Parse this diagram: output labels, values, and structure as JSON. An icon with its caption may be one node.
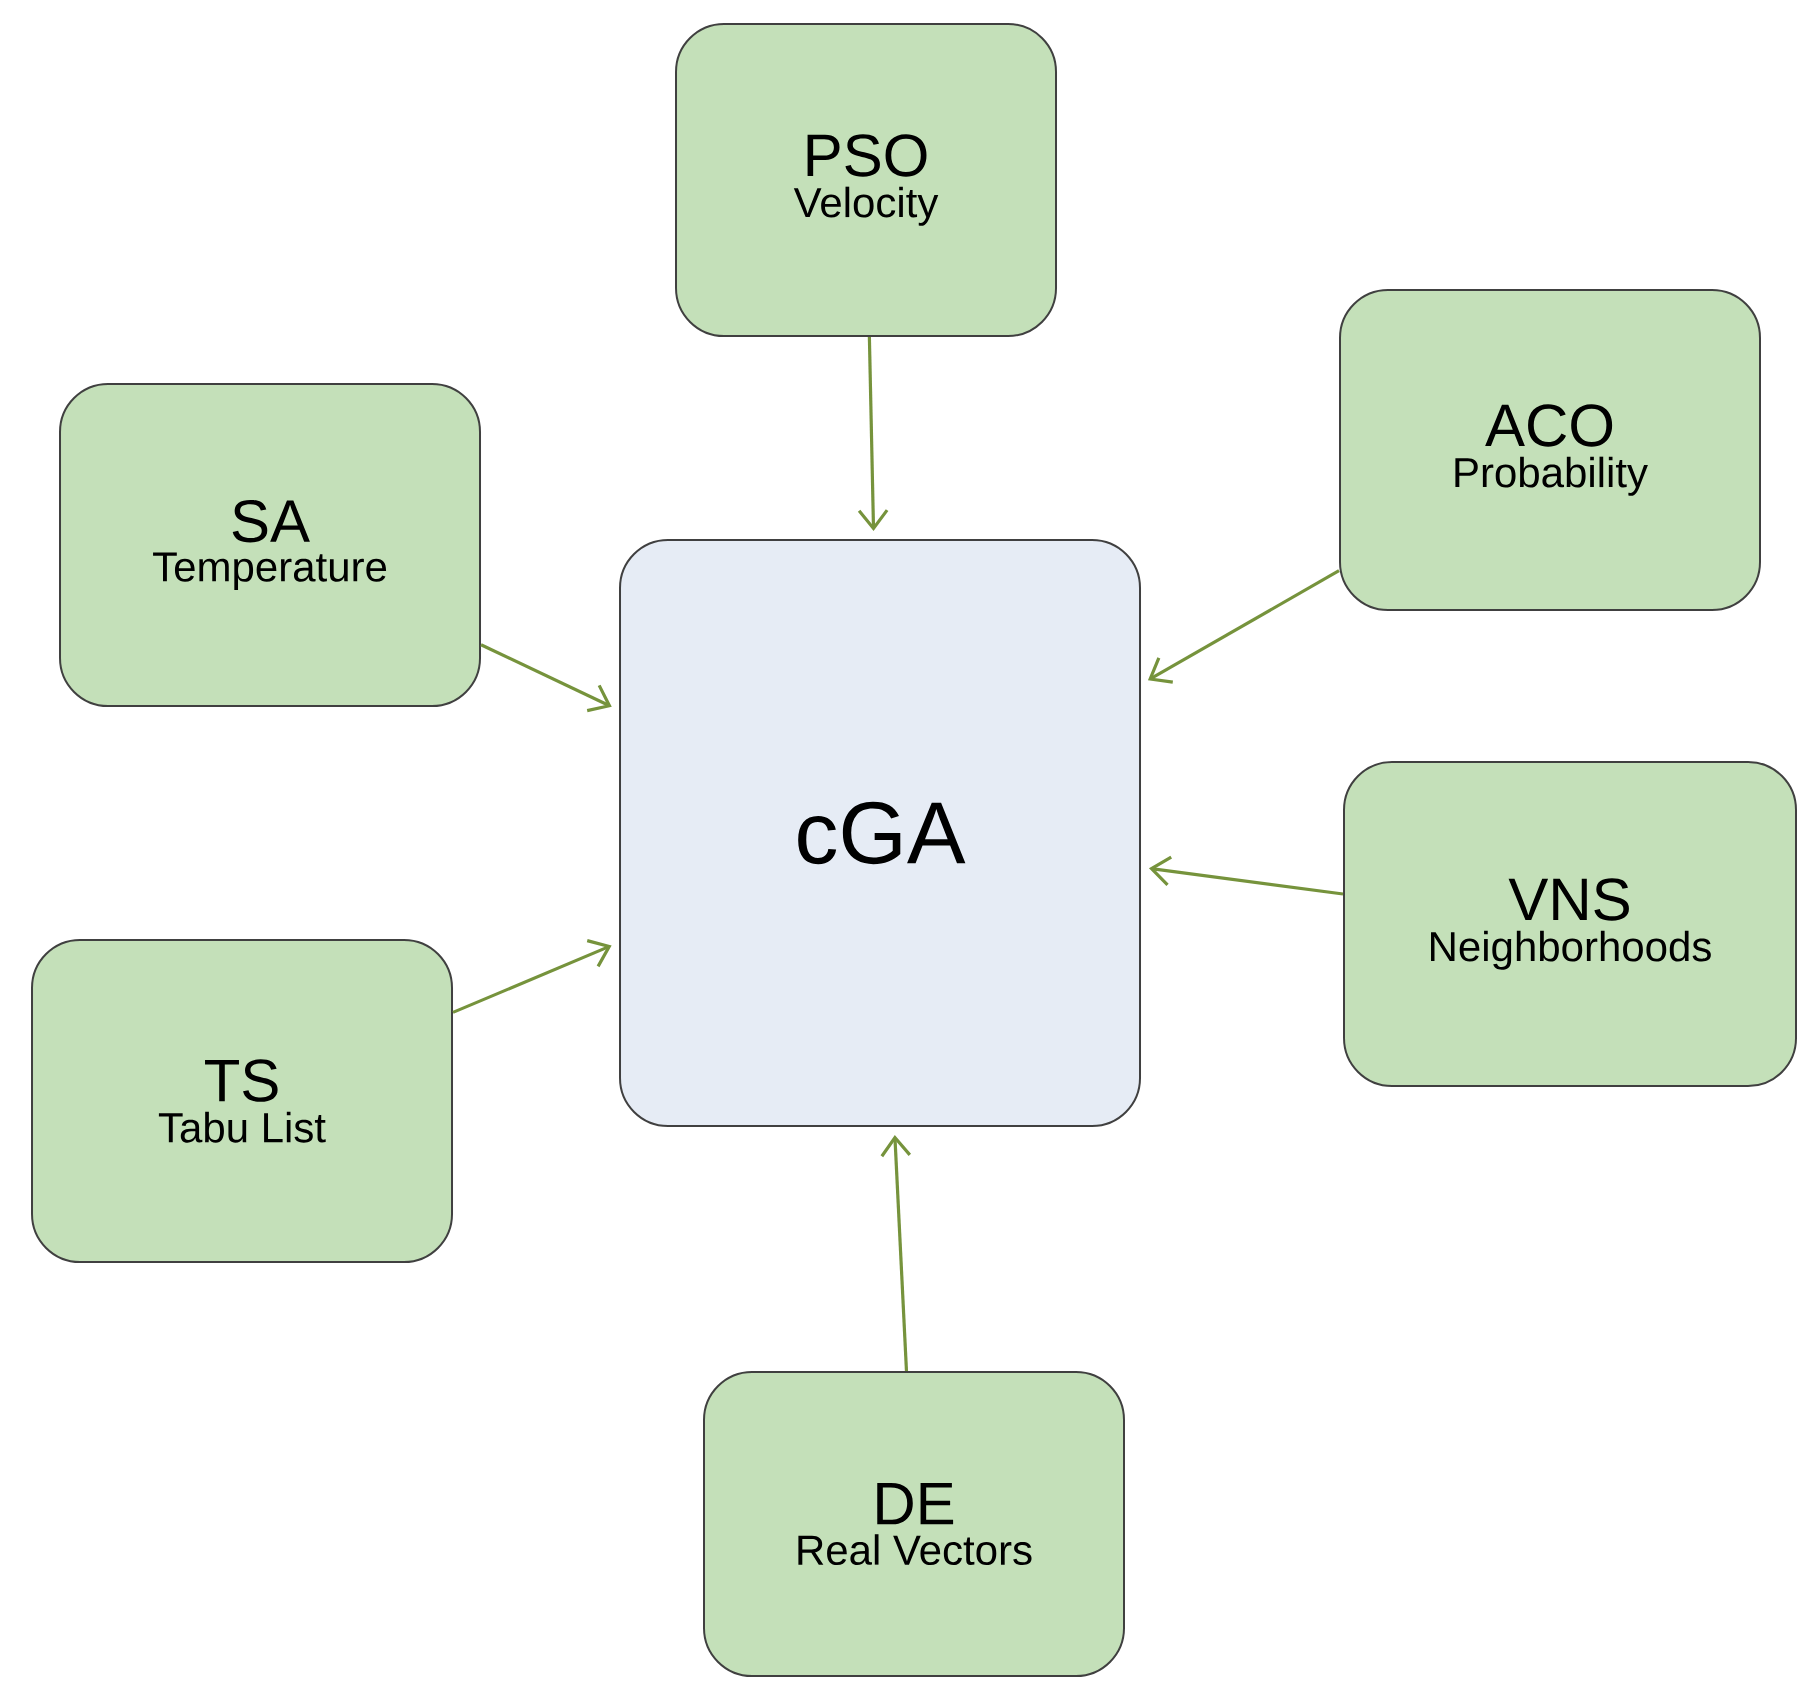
{
  "diagram": {
    "nodes": [
      {
        "text": [
          "cGA"
        ]
      },
      {
        "text": [
          "PSO",
          "Velocity"
        ]
      },
      {
        "text": [
          "ACO",
          "Probability"
        ]
      },
      {
        "text": [
          "SA",
          "Temperature"
        ]
      },
      {
        "text": [
          "VNS",
          "Neighborhoods"
        ]
      },
      {
        "text": [
          "TS",
          "Tabu List"
        ]
      },
      {
        "text": [
          "DE",
          "Real Vectors"
        ]
      }
    ],
    "edges": [
      {
        "from": 1,
        "to": 0,
        "arrow": "to"
      },
      {
        "from": 2,
        "to": 0,
        "arrow": "to"
      },
      {
        "from": 3,
        "to": 0,
        "arrow": "to"
      },
      {
        "from": 4,
        "to": 0,
        "arrow": "to"
      },
      {
        "from": 5,
        "to": 0,
        "arrow": "to"
      },
      {
        "from": 6,
        "to": 0,
        "arrow": "to"
      }
    ]
  }
}
